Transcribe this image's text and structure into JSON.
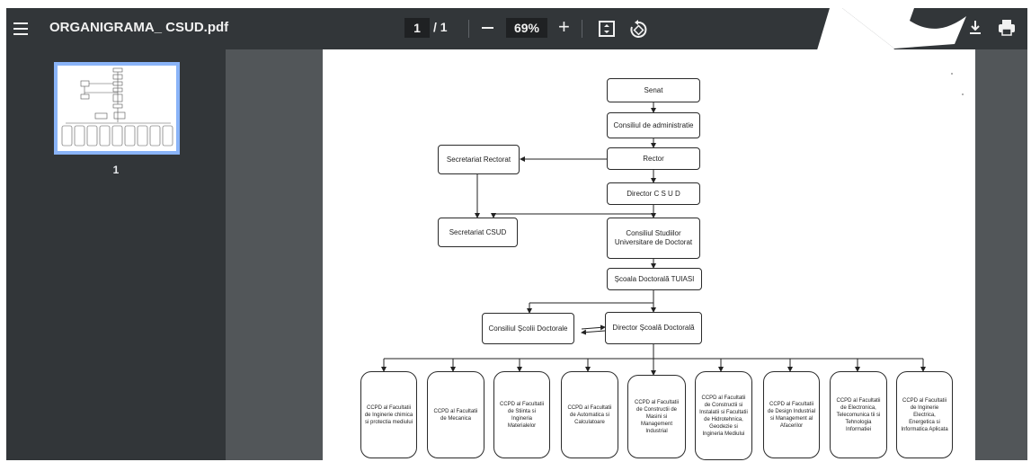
{
  "toolbar": {
    "file_name": "ORGANIGRAMA_ CSUD.pdf",
    "current_page": "1",
    "page_separator": "/ 1",
    "zoom": "69%",
    "zoom_out_icon": "minus-icon",
    "zoom_in_icon": "plus-icon",
    "zoom_in_label": "+",
    "fit_icon": "fit-page-icon",
    "rotate_icon": "rotate-icon",
    "download_icon": "download-icon",
    "print_icon": "print-icon",
    "menu_icon": "hamburger-menu-icon"
  },
  "sidebar": {
    "thumbnails": [
      {
        "page_label": "1"
      }
    ]
  },
  "orgchart": {
    "senat": "Senat",
    "consiliu_admin": "Consiliul de administratie",
    "rector": "Rector",
    "secretariat_rectorat": "Secretariat Rectorat",
    "director_csud": "Director C S U D",
    "secretariat_csud": "Secretariat CSUD",
    "consiliul_studiilor": "Consiliul Studiilor Universitare de Doctorat",
    "scoala_doctorala": "Școala Doctorală TUIASI",
    "consiliul_scolii": "Consiliul Școlii Doctorale",
    "director_scoala": "Director Școală Doctorală",
    "faculties": [
      "CCPD al Facultatii de Inginerie chimica si protectia mediului",
      "CCPD al Facultatii de Mecanica",
      "CCPD al Facultatii de Stiinta si Ingineria Materialelor",
      "CCPD al Facultatii de Automatica si Calculatoare",
      "CCPD al Facultatii de Constructii de Masini si Management Industrial",
      "CCPD al Facultatii de Constructii si Instalatii si Facultatii de Hidrotehnica, Geodezie si Ingineria Mediului",
      "CCPD al Facultatii de Design Industrial si Management al Afacerilor",
      "CCPD al Facultatii de Electronica, Telecomunica tii si Tehnologia Informatiei",
      "CCPD al Facultatii de Inginerie Electrica, Energetica si Informatica Aplicata"
    ]
  },
  "colors": {
    "toolbar_bg": "#323639",
    "viewer_bg": "#525659",
    "thumb_border": "#8ab4f8"
  }
}
